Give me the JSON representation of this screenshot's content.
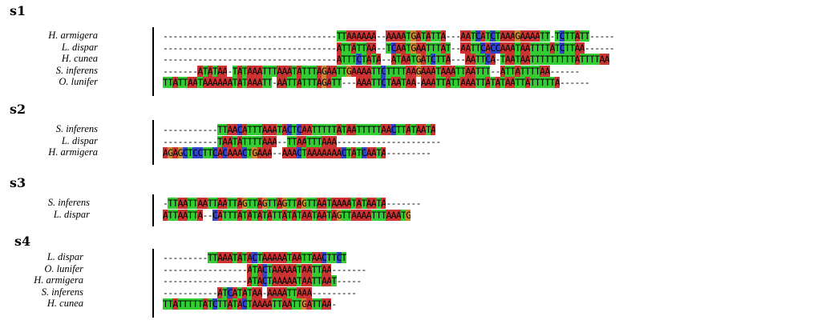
{
  "colors": {
    "A": "#cc3333",
    "T": "#33cc33",
    "C": "#3344cc",
    "G": "#cc8833"
  },
  "sections": [
    {
      "label": "s1",
      "rows": [
        {
          "species": "H. armigera",
          "seq": "-----------------------------------TTAAAAAA--AAAATGATATTA---AATCATCTAAAGAAAATT-TCTTATT-----"
        },
        {
          "species": "L. dispar",
          "seq": "-----------------------------------ATTATTAA--TCAATGAATTTAT--AATTCACCAAATAATTTTATCTTAA------"
        },
        {
          "species": "H. cunea",
          "seq": "-----------------------------------ATTTCTATA--ATAATGATCTTA---AATTCA-TAATAATTTTTTTTTATTTTAA"
        },
        {
          "species": "S. inferens",
          "seq": "-------ATATAA-TATAAATTTAAATATTTAGAATTGAAAATTCTTTTAAGAAATAAATTAATTT--ATTATTTTAA------"
        },
        {
          "species": "O. lunifer",
          "seq": "TTATTAATAAAAAATATAAATT-AATTATTTAGATT---AAATTCTAATAA-AAATTATTAAATTATATAATTATTTTTA------"
        }
      ]
    },
    {
      "label": "s2",
      "rows": [
        {
          "species": "S. inferens",
          "seq": "-----------TTAACATTTAAATACTCAATTTTTATAATTTTTAACTTATAATA"
        },
        {
          "species": "L. dispar",
          "seq": "-----------TAATATTTTAAA--TTAATTTAAA---------------------"
        },
        {
          "species": "H. armigera",
          "seq": "AGAGCTCCTTCACAAACTGAAA--AAACTAAAAAAACTATCAATA---------"
        }
      ]
    },
    {
      "label": "s3",
      "rows": [
        {
          "species": "S. inferens",
          "seq": "-TTAATTAATTAATTAGTTAGTTAGTTAGTTAATAAAATATAATA-------"
        },
        {
          "species": "L. dispar",
          "seq": "ATTAATTA--CATTTATATATATTATATAATAATAGTTAAAATTTAAATG"
        }
      ]
    },
    {
      "label": "s4",
      "rows": [
        {
          "species": "L. dispar",
          "seq": "---------TTAAATATACTAAAAATAATTAACTTCT"
        },
        {
          "species": "O. lunifer",
          "seq": "-----------------ATACTAAAAATAATTAA-------"
        },
        {
          "species": "H. armigera",
          "seq": "-----------------ATACTAAAAATAATTAAT-----"
        },
        {
          "species": "S. inferens",
          "seq": "-----------ATCATATAA-AAAATTAAA---------"
        },
        {
          "species": "H. cunea",
          "seq": "TTATTTTTATCTTATACTAAAATTAATTGATTAA-"
        }
      ]
    }
  ]
}
